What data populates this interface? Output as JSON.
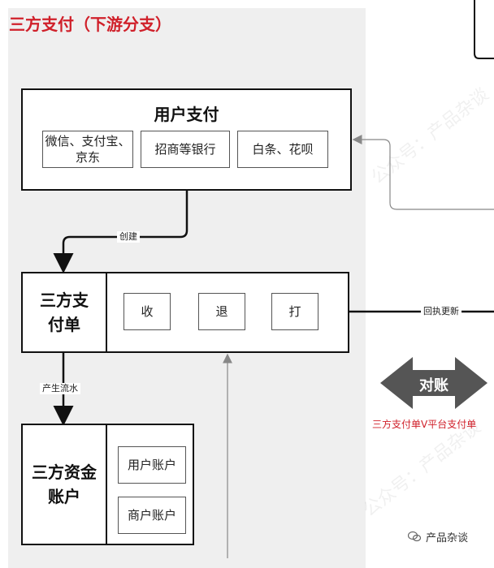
{
  "title": "三方支付（下游分支）",
  "user_payment": {
    "heading": "用户支付",
    "items": [
      "微信、支付宝、京东",
      "招商等银行",
      "白条、花呗"
    ]
  },
  "edges": {
    "create": "创建",
    "flow": "产生流水",
    "receipt_update": "回执更新"
  },
  "third_party_order": {
    "label": "三方支付单",
    "actions": [
      "收",
      "退",
      "打"
    ]
  },
  "third_party_account": {
    "label": "三方资金账户",
    "items": [
      "用户账户",
      "商户账户"
    ]
  },
  "reconciliation": {
    "label": "对账",
    "caption": "三方支付单V平台支付单"
  },
  "watermark": "公众号：产品杂谈",
  "footer": "产品杂谈"
}
